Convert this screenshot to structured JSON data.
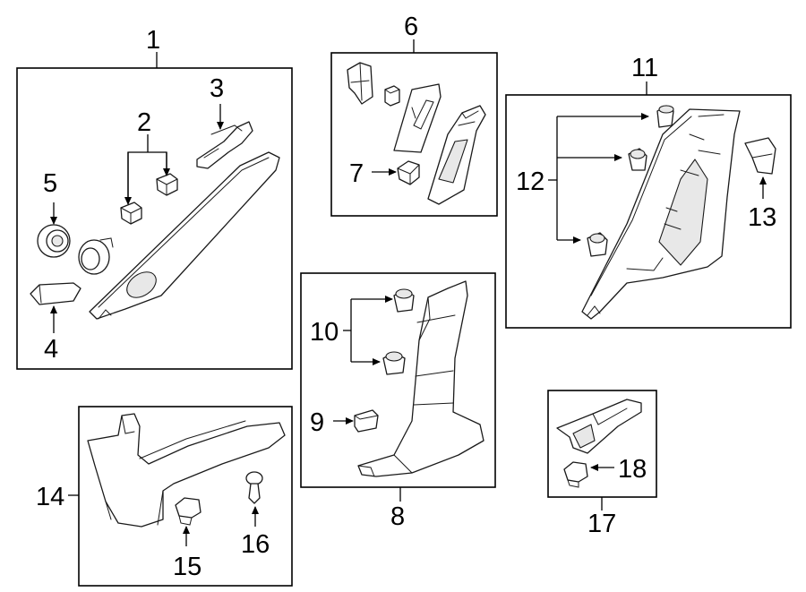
{
  "diagram": {
    "colors": {
      "line": "#000000",
      "background": "#ffffff",
      "panel_fill": "#e8e8e8"
    },
    "groups": [
      {
        "id": "1",
        "label": "1",
        "callouts": [
          "2",
          "3",
          "4",
          "5"
        ]
      },
      {
        "id": "6",
        "label": "6",
        "callouts": [
          "7"
        ]
      },
      {
        "id": "8",
        "label": "8",
        "callouts": [
          "9",
          "10"
        ]
      },
      {
        "id": "11",
        "label": "11",
        "callouts": [
          "12",
          "13"
        ]
      },
      {
        "id": "14",
        "label": "14",
        "callouts": [
          "15",
          "16"
        ]
      },
      {
        "id": "17",
        "label": "17",
        "callouts": [
          "18"
        ]
      }
    ],
    "callouts": {
      "c1": "1",
      "c2": "2",
      "c3": "3",
      "c4": "4",
      "c5": "5",
      "c6": "6",
      "c7": "7",
      "c8": "8",
      "c9": "9",
      "c10": "10",
      "c11": "11",
      "c12": "12",
      "c13": "13",
      "c14": "14",
      "c15": "15",
      "c16": "16",
      "c17": "17",
      "c18": "18"
    }
  }
}
